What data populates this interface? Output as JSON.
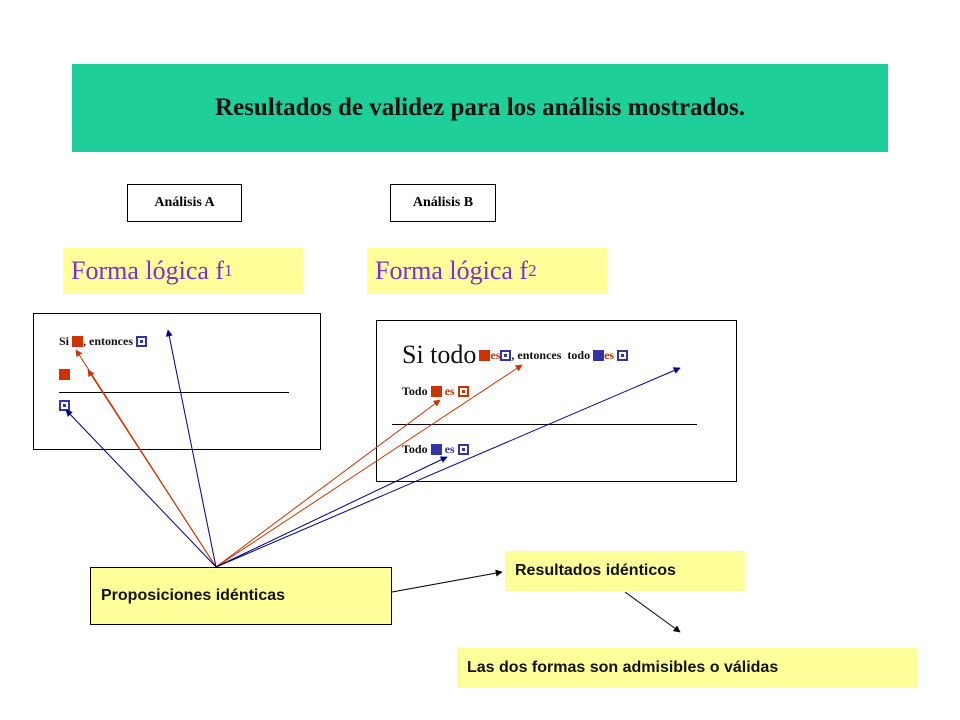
{
  "title": "Resultados de validez para los análisis mostrados.",
  "analysis_a": {
    "tag": "Análisis A",
    "forma": "Forma lógica f",
    "forma_sub": "1",
    "line1_prefix": "Si",
    "line1_mid": ", entonces"
  },
  "analysis_b": {
    "tag": "Análisis B",
    "forma": "Forma lógica f",
    "forma_sub": "2",
    "line1_big": "Si todo",
    "line1_es": "es",
    "line1_mid": ", entonces",
    "line1_todo": "todo",
    "line1_es2": "es",
    "line2_todo": "Todo",
    "line2_es": "es",
    "line3_todo": "Todo",
    "line3_es": "es"
  },
  "proposiciones": "Proposiciones idénticas",
  "resultados": "Resultados idénticos",
  "conclusion": "Las dos formas son admisibles o válidas",
  "colors": {
    "header": "#1fcf9a",
    "box": "#ffff99",
    "red": "#cc3300",
    "blue": "#3333aa",
    "purple": "#7a2fd0"
  }
}
